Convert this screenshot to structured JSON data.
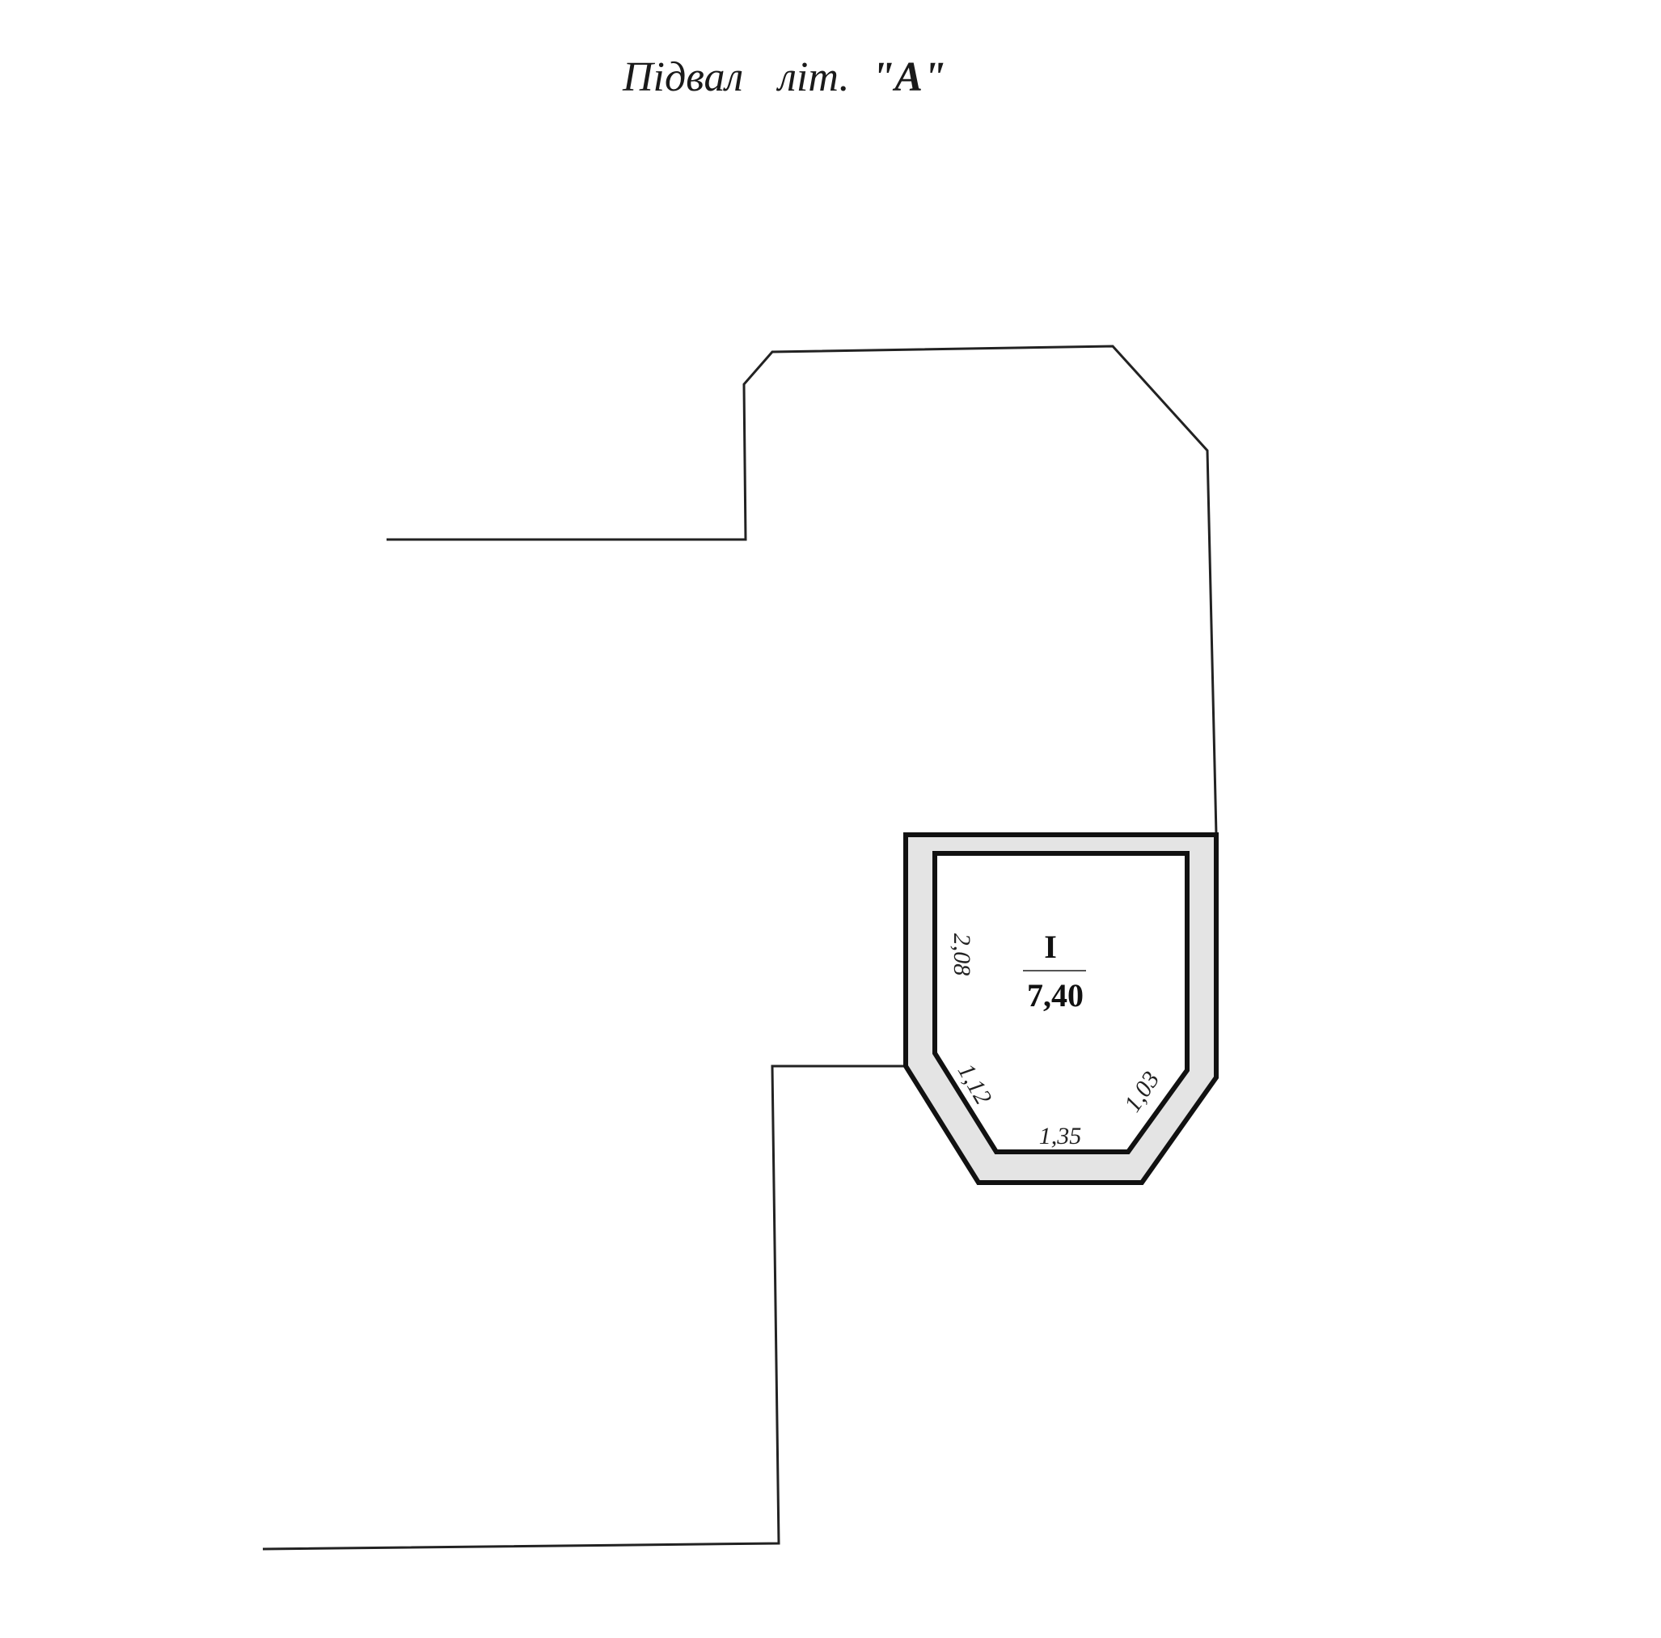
{
  "title": {
    "prefix": "Підвал",
    "word": "літ.",
    "letter": "\"А\""
  },
  "room": {
    "number": "I",
    "area": "7,40"
  },
  "dimensions": {
    "left_wall": "2,08",
    "lower_left_bevel": "1,12",
    "bottom_wall": "1,35",
    "lower_right_bevel": "1,03"
  },
  "colors": {
    "wall_fill": "#e4e4e4",
    "line": "#111111"
  }
}
